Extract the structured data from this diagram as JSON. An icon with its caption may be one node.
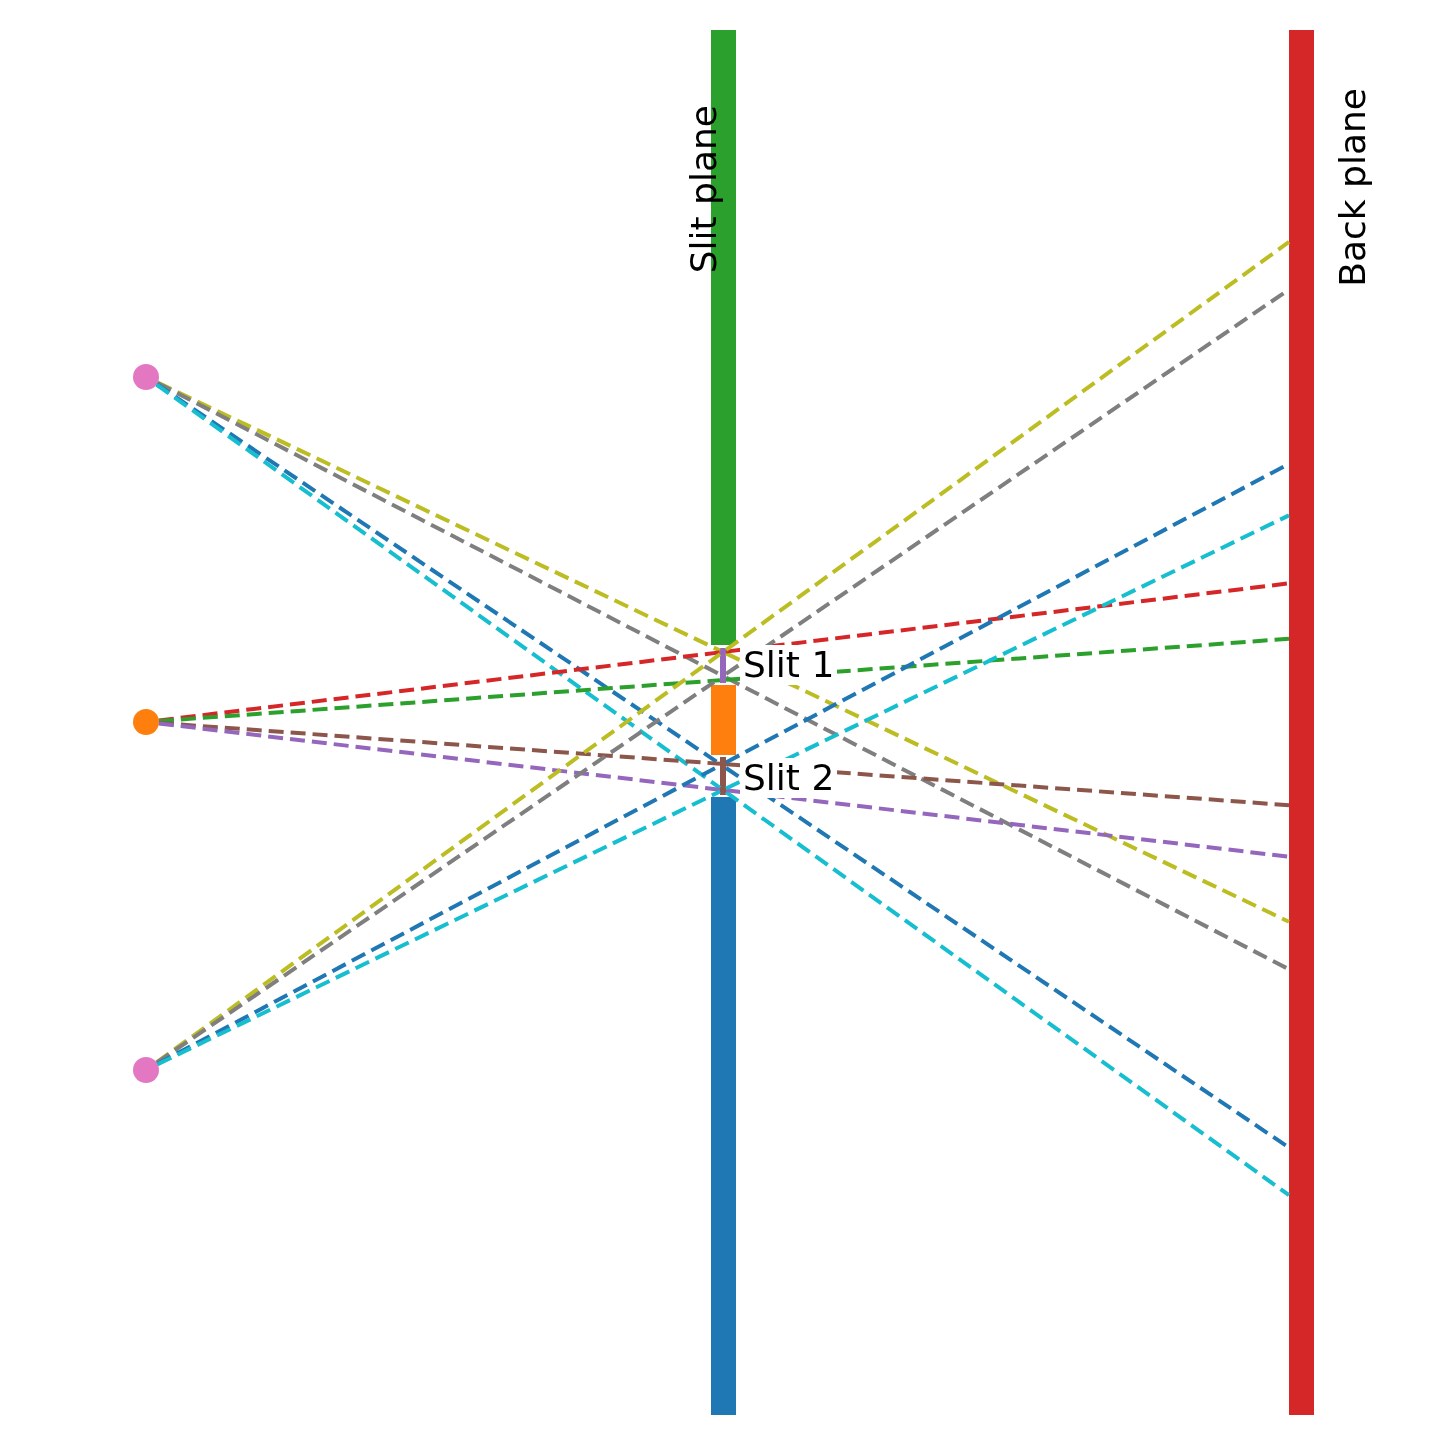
{
  "diagram": {
    "nodes": [
      {
        "text": [
          "Slit plane"
        ]
      },
      {
        "text": [
          "Back plane"
        ]
      },
      {
        "text": [],
        "shape": "bar",
        "beside": [
          "Slit 1"
        ]
      },
      {
        "text": [],
        "shape": "bar"
      },
      {
        "text": [],
        "shape": "bar",
        "beside": [
          "Slit 2"
        ]
      },
      {
        "text": [],
        "shape": "bar"
      },
      {
        "text": [],
        "shape": "circle"
      },
      {
        "text": [],
        "shape": "circle"
      },
      {
        "text": [],
        "shape": "circle"
      }
    ],
    "edges": [
      {
        "from": 6,
        "to": 2,
        "arrow": "none",
        "style": "dashed",
        "color": "#bcbd22"
      },
      {
        "from": 2,
        "to": 1,
        "arrow": "none",
        "style": "dashed",
        "color": "#bcbd22"
      },
      {
        "from": 6,
        "to": 2,
        "arrow": "none",
        "style": "dashed",
        "color": "#7f7f7f"
      },
      {
        "from": 2,
        "to": 1,
        "arrow": "none",
        "style": "dashed",
        "color": "#7f7f7f"
      },
      {
        "from": 6,
        "to": 4,
        "arrow": "none",
        "style": "dashed",
        "color": "#1f77b4"
      },
      {
        "from": 4,
        "to": 1,
        "arrow": "none",
        "style": "dashed",
        "color": "#1f77b4"
      },
      {
        "from": 6,
        "to": 4,
        "arrow": "none",
        "style": "dashed",
        "color": "#17becf"
      },
      {
        "from": 4,
        "to": 1,
        "arrow": "none",
        "style": "dashed",
        "color": "#17becf"
      },
      {
        "from": 7,
        "to": 2,
        "arrow": "none",
        "style": "dashed",
        "color": "#d62728"
      },
      {
        "from": 2,
        "to": 1,
        "arrow": "none",
        "style": "dashed",
        "color": "#d62728"
      },
      {
        "from": 7,
        "to": 2,
        "arrow": "none",
        "style": "dashed",
        "color": "#2ca02c"
      },
      {
        "from": 2,
        "to": 1,
        "arrow": "none",
        "style": "dashed",
        "color": "#2ca02c"
      },
      {
        "from": 7,
        "to": 4,
        "arrow": "none",
        "style": "dashed",
        "color": "#8c564b"
      },
      {
        "from": 4,
        "to": 1,
        "arrow": "none",
        "style": "dashed",
        "color": "#8c564b"
      },
      {
        "from": 7,
        "to": 4,
        "arrow": "none",
        "style": "dashed",
        "color": "#9467bd"
      },
      {
        "from": 4,
        "to": 1,
        "arrow": "none",
        "style": "dashed",
        "color": "#9467bd"
      },
      {
        "from": 8,
        "to": 2,
        "arrow": "none",
        "style": "dashed",
        "color": "#bcbd22"
      },
      {
        "from": 2,
        "to": 1,
        "arrow": "none",
        "style": "dashed",
        "color": "#bcbd22"
      },
      {
        "from": 8,
        "to": 2,
        "arrow": "none",
        "style": "dashed",
        "color": "#7f7f7f"
      },
      {
        "from": 2,
        "to": 1,
        "arrow": "none",
        "style": "dashed",
        "color": "#7f7f7f"
      },
      {
        "from": 8,
        "to": 4,
        "arrow": "none",
        "style": "dashed",
        "color": "#1f77b4"
      },
      {
        "from": 4,
        "to": 1,
        "arrow": "none",
        "style": "dashed",
        "color": "#1f77b4"
      },
      {
        "from": 8,
        "to": 4,
        "arrow": "none",
        "style": "dashed",
        "color": "#17becf"
      },
      {
        "from": 4,
        "to": 1,
        "arrow": "none",
        "style": "dashed",
        "color": "#17becf"
      }
    ]
  }
}
